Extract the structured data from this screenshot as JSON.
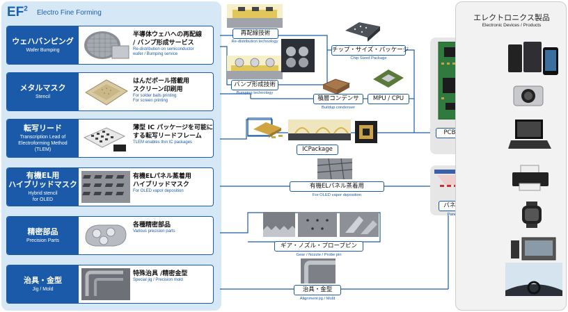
{
  "brand": {
    "logo": "EF",
    "logo_sup": "2",
    "subtitle": "Electro Fine Forming"
  },
  "rows": [
    {
      "title_jp": "ウェハバンピング",
      "title_en": "Wafer Bumping",
      "desc_jp": "半導体ウェハへの再配線\n/ バンプ形成サービス",
      "desc_en": "Re-distribution on semiconductor\nwafer / Bumping service"
    },
    {
      "title_jp": "メタルマスク",
      "title_en": "Stencil",
      "desc_jp": "はんだボール搭載用\nスクリーン印刷用",
      "desc_en": "For solder balls printing\nFor screen printing"
    },
    {
      "title_jp": "転写リード",
      "title_en": "Transcription Lead of\nElectroforming Method\n(TLEM)",
      "desc_jp": "薄型 IC パッケージを可能に\nする転写リードフレーム",
      "desc_en": "TLEM enables thin IC packages"
    },
    {
      "title_jp": "有機EL用\nハイブリッドマスク",
      "title_en": "Hybrid stencil\nfor OLED",
      "desc_jp": "有機ELパネル蒸着用\nハイブリッドマスク",
      "desc_en": "For OLED vapor deposition"
    },
    {
      "title_jp": "精密部品",
      "title_en": "Precision Parts",
      "desc_jp": "各種精密部品",
      "desc_en": "Various precision parts"
    },
    {
      "title_jp": "治具・金型",
      "title_en": "Jig / Mold",
      "desc_jp": "特殊治具 /精密金型",
      "desc_en": "Special jig / Precision mold"
    }
  ],
  "middle": {
    "redistribution": {
      "label": "再配線技術",
      "caption": "Re-distribution technology"
    },
    "bumping": {
      "label": "バンプ形成技術",
      "caption": "Bumping technology"
    },
    "csp": {
      "label": "チップ・サイズ・パッケージ",
      "caption": "Chip Sized Package"
    },
    "buildup": {
      "label": "積層コンデンサ",
      "caption": "Buildup condenser"
    },
    "mpu": {
      "label": "MPU / CPU"
    },
    "icpackage": {
      "label": "ICPackage"
    },
    "oled": {
      "label": "有機ELパネル蒸着用",
      "caption": "For OLED vapor deposition"
    },
    "gear": {
      "label": "ギア・ノズル・プローブピン",
      "caption": "Gear / Nozzle / Probe pin"
    },
    "jig": {
      "label": "治具・金型",
      "caption": "Alignment jig / Mold"
    }
  },
  "pcb": {
    "label": "PCB"
  },
  "panel": {
    "label": "パネル",
    "caption": "Panel"
  },
  "products": {
    "title": "エレクトロニクス製品",
    "subtitle": "Electronic Devices / Products",
    "items": [
      "smartphones-tablet",
      "camera",
      "laptop",
      "printer",
      "smartwatch",
      "car-electronics",
      "car-dashboard"
    ]
  },
  "colors": {
    "accent": "#1b5aa8",
    "panel_bg": "#d6e8f6",
    "line": "#1a5aa6"
  }
}
